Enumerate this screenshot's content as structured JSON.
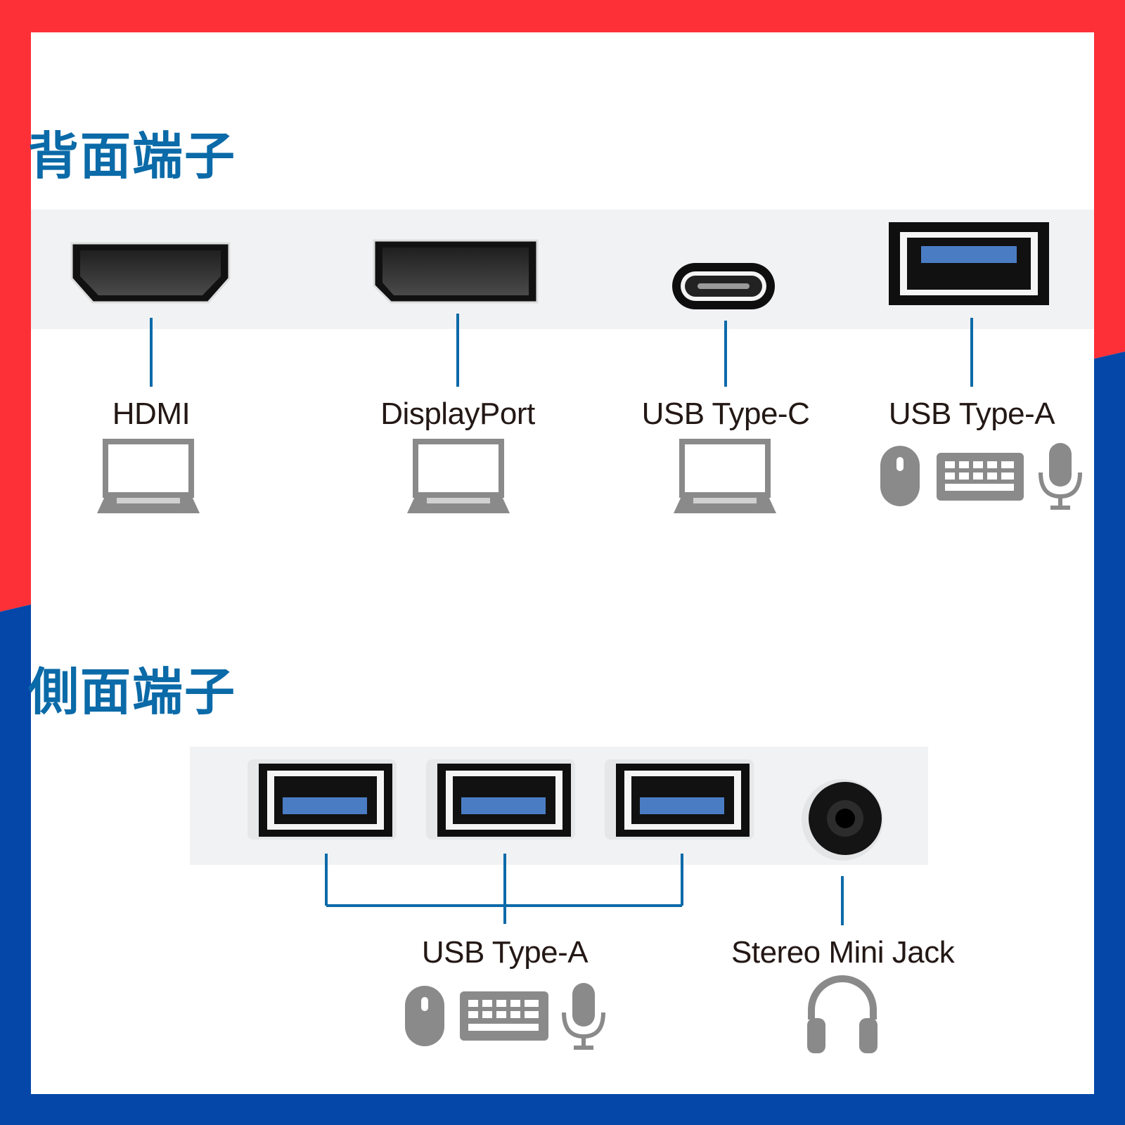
{
  "rear": {
    "title": "背面端子",
    "ports": [
      {
        "label": "HDMI",
        "device_icon": "laptop-icon"
      },
      {
        "label": "DisplayPort",
        "device_icon": "laptop-icon"
      },
      {
        "label": "USB Type-C",
        "device_icon": "laptop-icon"
      },
      {
        "label": "USB Type-A",
        "device_icon": [
          "mouse-icon",
          "keyboard-icon",
          "microphone-icon"
        ]
      }
    ]
  },
  "side": {
    "title": "側面端子",
    "ports": [
      {
        "label": "USB Type-A",
        "device_icon": [
          "mouse-icon",
          "keyboard-icon",
          "microphone-icon"
        ]
      },
      {
        "label": "Stereo Mini Jack",
        "device_icon": "headphones-icon"
      }
    ]
  },
  "colors": {
    "accent": "#0b6aa8",
    "frame_red": "#fc3036",
    "frame_blue": "#0447a8",
    "port_panel": "#f1f2f4",
    "icon_gray": "#8a8a8a",
    "usb_blue": "#4a7cc4",
    "text": "#231815"
  }
}
